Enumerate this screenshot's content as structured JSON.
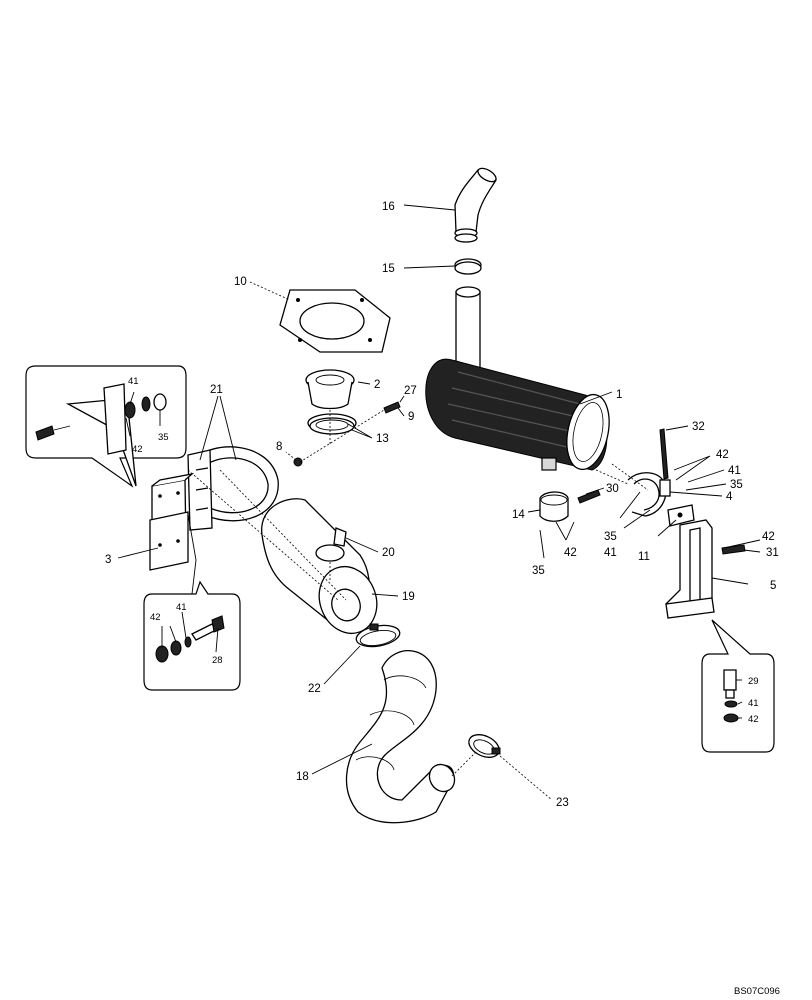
{
  "drawing": {
    "reference": "BS07C096",
    "callouts": {
      "c1": "1",
      "c2": "2",
      "c3": "3",
      "c4": "4",
      "c5": "5",
      "c8": "8",
      "c9": "9",
      "c10": "10",
      "c11": "11",
      "c13": "13",
      "c14": "14",
      "c15": "15",
      "c16": "16",
      "c18": "18",
      "c19": "19",
      "c20": "20",
      "c21": "21",
      "c22": "22",
      "c23": "23",
      "c27": "27",
      "c30": "30",
      "c31": "31",
      "c32": "32",
      "inset_left": {
        "n41": "41",
        "n42": "42",
        "n35": "35"
      },
      "inset_lower": {
        "n42": "42",
        "n41": "41",
        "n28": "28"
      },
      "inset_right": {
        "n29": "29",
        "n41": "41",
        "n42": "42"
      },
      "bracket4": {
        "n42": "42",
        "n41": "41",
        "n35": "35",
        "n35b": "35",
        "n41b": "41"
      },
      "clamp14": {
        "n42": "42",
        "n35": "35"
      },
      "bracket5": {
        "n42": "42"
      }
    }
  }
}
